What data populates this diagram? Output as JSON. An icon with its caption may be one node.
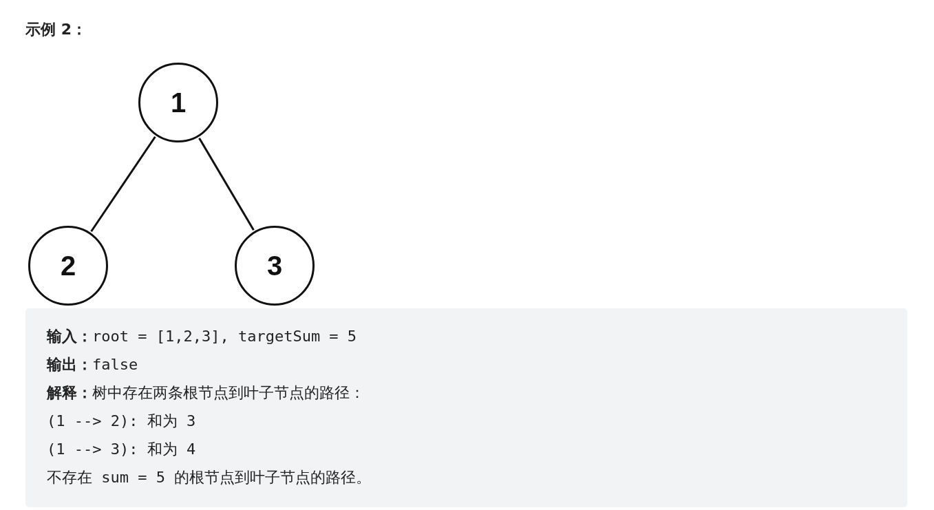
{
  "diagram": {
    "title": "示例 2：",
    "nodes": [
      {
        "text": [
          "1"
        ]
      },
      {
        "text": [
          "2"
        ]
      },
      {
        "text": [
          "3"
        ]
      }
    ],
    "edges": [
      {
        "from": 0,
        "to": 1,
        "arrow": "none"
      },
      {
        "from": 0,
        "to": 2,
        "arrow": "none"
      }
    ],
    "labels": [
      "**输入：**root = [1,2,3], targetSum = 5",
      "**输出：**false",
      "**解释：**树中存在两条根节点到叶子节点的路径：",
      "(1 --> 2): 和为 3",
      "(1 --> 3): 和为 4",
      "不存在 sum = 5 的根节点到叶子节点的路径。"
    ]
  }
}
